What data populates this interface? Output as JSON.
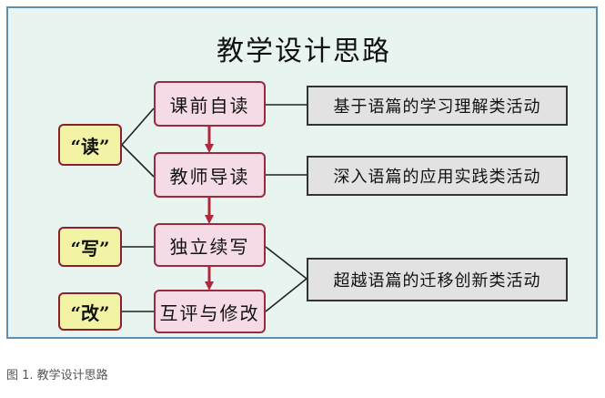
{
  "title": "教学设计思路",
  "steps": [
    {
      "label": "课前自读"
    },
    {
      "label": "教师导读"
    },
    {
      "label": "独立续写"
    },
    {
      "label": "互评与修改"
    }
  ],
  "tags": [
    {
      "label": "“读”"
    },
    {
      "label": "“写”"
    },
    {
      "label": "“改”"
    }
  ],
  "activities": [
    {
      "label": "基于语篇的学习理解类活动"
    },
    {
      "label": "深入语篇的应用实践类活动"
    },
    {
      "label": "超越语篇的迁移创新类活动"
    }
  ],
  "colors": {
    "frame_border": "#5b8fb3",
    "frame_bg": "#e8f4ef",
    "step_bg": "#f5dbe6",
    "step_border": "#9a2a3c",
    "tag_bg": "#f3f3a6",
    "activity_bg": "#e2e2e2",
    "arrow": "#b0283c"
  },
  "caption": "图 1. 教学设计思路"
}
